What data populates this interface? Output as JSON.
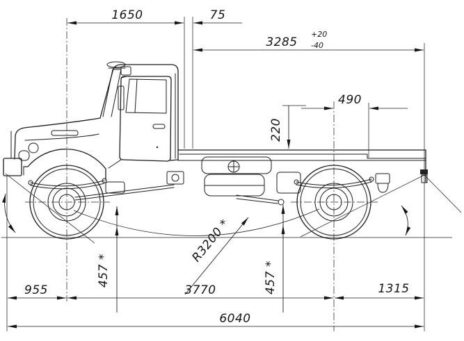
{
  "dims": {
    "d1650": "1650",
    "d75": "75",
    "d3285": "3285",
    "tol_plus": "+20",
    "tol_minus": "-40",
    "d490": "490",
    "d220": "220",
    "r3200": "R3200 *",
    "h457_front": "457 *",
    "h457_rear": "457 *",
    "d955": "955",
    "d3770": "3770",
    "d1315": "1315",
    "d6040": "6040"
  }
}
